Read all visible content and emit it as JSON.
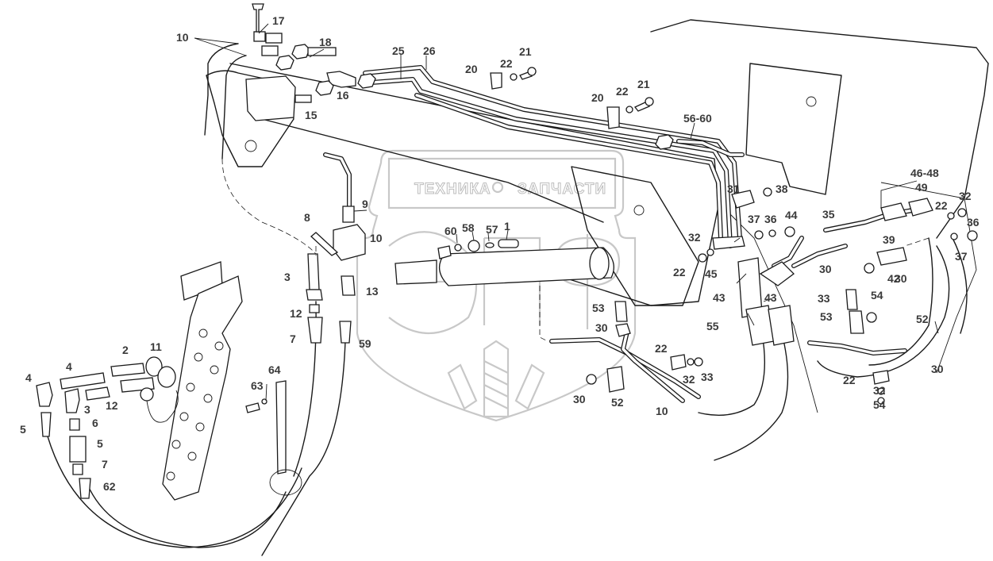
{
  "diagram": {
    "type": "exploded-parts-diagram",
    "subject": "hydraulic hose and pipe assembly",
    "watermark": {
      "left_text": "ТЕХНИКА",
      "right_text": "ЗАПЧАСТИ",
      "logo_letters": "ЭПФ",
      "color": "#c8c8c8"
    },
    "colors": {
      "line": "#1a1a1a",
      "label": "#3a3a3a",
      "background": "#ffffff"
    },
    "callouts": [
      {
        "id": "c17",
        "label": "17"
      },
      {
        "id": "c10a",
        "label": "10"
      },
      {
        "id": "c18",
        "label": "18"
      },
      {
        "id": "c16",
        "label": "16"
      },
      {
        "id": "c15",
        "label": "15"
      },
      {
        "id": "c25",
        "label": "25"
      },
      {
        "id": "c26",
        "label": "26"
      },
      {
        "id": "c20a",
        "label": "20"
      },
      {
        "id": "c22a",
        "label": "22"
      },
      {
        "id": "c21a",
        "label": "21"
      },
      {
        "id": "c20b",
        "label": "20"
      },
      {
        "id": "c22b",
        "label": "22"
      },
      {
        "id": "c21b",
        "label": "21"
      },
      {
        "id": "c5660",
        "label": "56-60"
      },
      {
        "id": "c4648",
        "label": "46-48"
      },
      {
        "id": "c49",
        "label": "49"
      },
      {
        "id": "c32a",
        "label": "32"
      },
      {
        "id": "c22c",
        "label": "22"
      },
      {
        "id": "c36a",
        "label": "36"
      },
      {
        "id": "c37a",
        "label": "37"
      },
      {
        "id": "c39",
        "label": "39"
      },
      {
        "id": "c30a",
        "label": "30"
      },
      {
        "id": "c31",
        "label": "31"
      },
      {
        "id": "c38",
        "label": "38"
      },
      {
        "id": "c37b",
        "label": "37"
      },
      {
        "id": "c36b",
        "label": "36"
      },
      {
        "id": "c44",
        "label": "44"
      },
      {
        "id": "c35",
        "label": "35"
      },
      {
        "id": "c32b",
        "label": "32"
      },
      {
        "id": "c22d",
        "label": "22"
      },
      {
        "id": "c45",
        "label": "45"
      },
      {
        "id": "c30b",
        "label": "30"
      },
      {
        "id": "c42",
        "label": "42"
      },
      {
        "id": "c43a",
        "label": "43"
      },
      {
        "id": "c43b",
        "label": "43"
      },
      {
        "id": "c55",
        "label": "55"
      },
      {
        "id": "c33a",
        "label": "33"
      },
      {
        "id": "c54a",
        "label": "54"
      },
      {
        "id": "c53a",
        "label": "53"
      },
      {
        "id": "c52a",
        "label": "52"
      },
      {
        "id": "c30c",
        "label": "30"
      },
      {
        "id": "c22e",
        "label": "22"
      },
      {
        "id": "c32c",
        "label": "32"
      },
      {
        "id": "c54b",
        "label": "54"
      },
      {
        "id": "c53b",
        "label": "53"
      },
      {
        "id": "c30d",
        "label": "30"
      },
      {
        "id": "c22f",
        "label": "22"
      },
      {
        "id": "c32d",
        "label": "32"
      },
      {
        "id": "c33b",
        "label": "33"
      },
      {
        "id": "c30e",
        "label": "30"
      },
      {
        "id": "c52b",
        "label": "52"
      },
      {
        "id": "c10b",
        "label": "10"
      },
      {
        "id": "c9",
        "label": "9"
      },
      {
        "id": "c8",
        "label": "8"
      },
      {
        "id": "c10c",
        "label": "10"
      },
      {
        "id": "c3a",
        "label": "3"
      },
      {
        "id": "c13",
        "label": "13"
      },
      {
        "id": "c12a",
        "label": "12"
      },
      {
        "id": "c7a",
        "label": "7"
      },
      {
        "id": "c59",
        "label": "59"
      },
      {
        "id": "c60",
        "label": "60"
      },
      {
        "id": "c58",
        "label": "58"
      },
      {
        "id": "c57",
        "label": "57"
      },
      {
        "id": "c1",
        "label": "1"
      },
      {
        "id": "c2",
        "label": "2"
      },
      {
        "id": "c11",
        "label": "11"
      },
      {
        "id": "c4a",
        "label": "4"
      },
      {
        "id": "c4b",
        "label": "4"
      },
      {
        "id": "c3b",
        "label": "3"
      },
      {
        "id": "c12b",
        "label": "12"
      },
      {
        "id": "c5a",
        "label": "5"
      },
      {
        "id": "c6",
        "label": "6"
      },
      {
        "id": "c5b",
        "label": "5"
      },
      {
        "id": "c7b",
        "label": "7"
      },
      {
        "id": "c62",
        "label": "62"
      },
      {
        "id": "c64",
        "label": "64"
      },
      {
        "id": "c63",
        "label": "63"
      }
    ]
  }
}
